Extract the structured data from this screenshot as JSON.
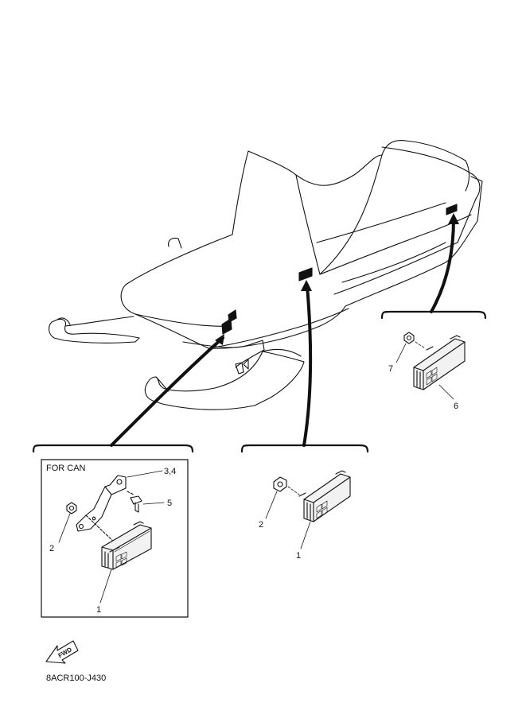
{
  "callouts": {
    "can_box_title": "FOR CAN",
    "can_bracket_bolt": "3,4",
    "can_screw": "5",
    "can_nut": "2",
    "can_reflector": "1",
    "side_nut": "2",
    "side_reflector": "1",
    "rear_nut": "7",
    "rear_reflector": "6"
  },
  "fwd_marker": "FWD",
  "diagram_code": "8ACR100-J430",
  "colors": {
    "line": "#111111",
    "background": "#ffffff",
    "reflector_fill": "#f2f2f2"
  }
}
